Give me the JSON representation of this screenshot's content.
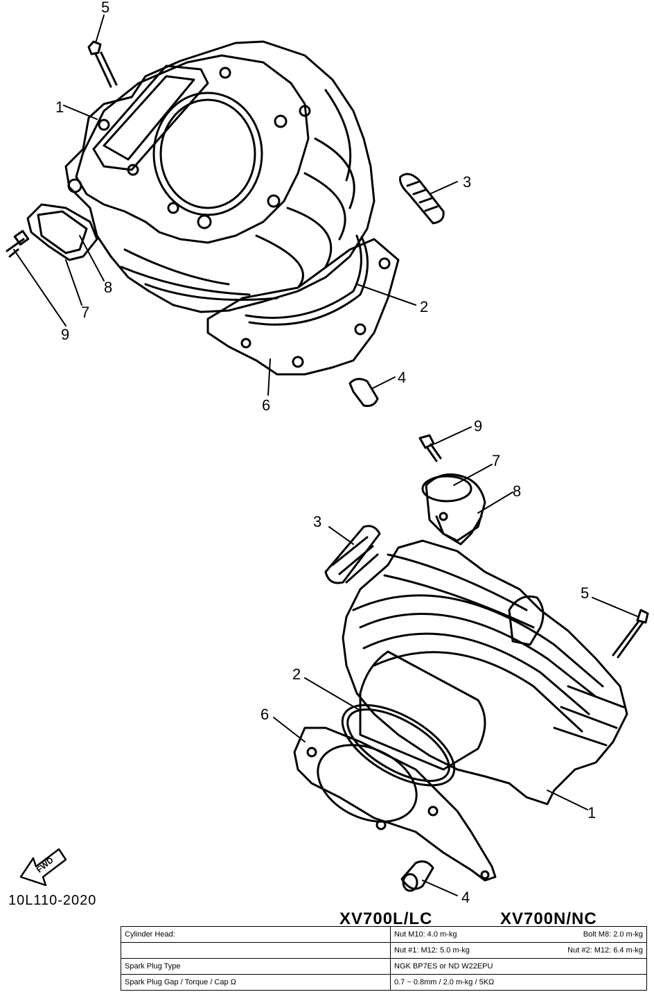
{
  "part_code": "10L110-2020",
  "arrow_label": "FWD",
  "models": {
    "left": "XV700L/LC",
    "right": "XV700N/NC"
  },
  "callouts": {
    "top": [
      "1",
      "2",
      "3",
      "4",
      "5",
      "6",
      "7",
      "8",
      "9"
    ],
    "bottom": [
      "1",
      "2",
      "3",
      "4",
      "5",
      "6",
      "7",
      "8",
      "9"
    ]
  },
  "spec_table": {
    "cylinder_head_label": "Cylinder Head:",
    "torque_row1_a": "Nut M10: 4.0 m-kg",
    "torque_row1_b": "Bolt M8: 2.0 m-kg",
    "torque_row2_a": "Nut #1: M12: 5.0 m-kg",
    "torque_row2_b": "Nut #2: M12: 6.4 m-kg",
    "spark_plug_type_label": "Spark Plug Type",
    "spark_plug_type_value": "NGK BP7ES or ND W22EPU",
    "spark_plug_gap_label": "Spark Plug Gap / Torque / Cap Ω",
    "spark_plug_gap_value": "0.7 ~ 0.8mm / 2.0 m-kg / 5KΩ"
  }
}
